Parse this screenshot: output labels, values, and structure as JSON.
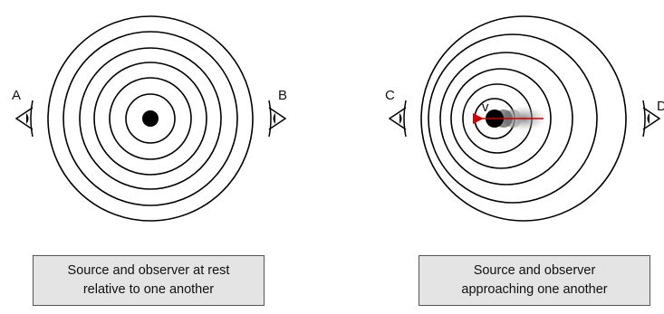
{
  "left_panel": {
    "observer_left_label": "A",
    "observer_right_label": "B",
    "caption_line1": "Source and observer at rest",
    "caption_line2": "relative to one another"
  },
  "right_panel": {
    "observer_left_label": "C",
    "observer_right_label": "D",
    "velocity_label": "v",
    "caption_line1": "Source and observer",
    "caption_line2": "approaching one another"
  },
  "colors": {
    "wavefront": "#000000",
    "velocity_arrow": "#cc0000",
    "caption_background": "#e4e4e4"
  },
  "icons": {
    "observer": "eye-icon",
    "source": "wave-source-dot"
  }
}
